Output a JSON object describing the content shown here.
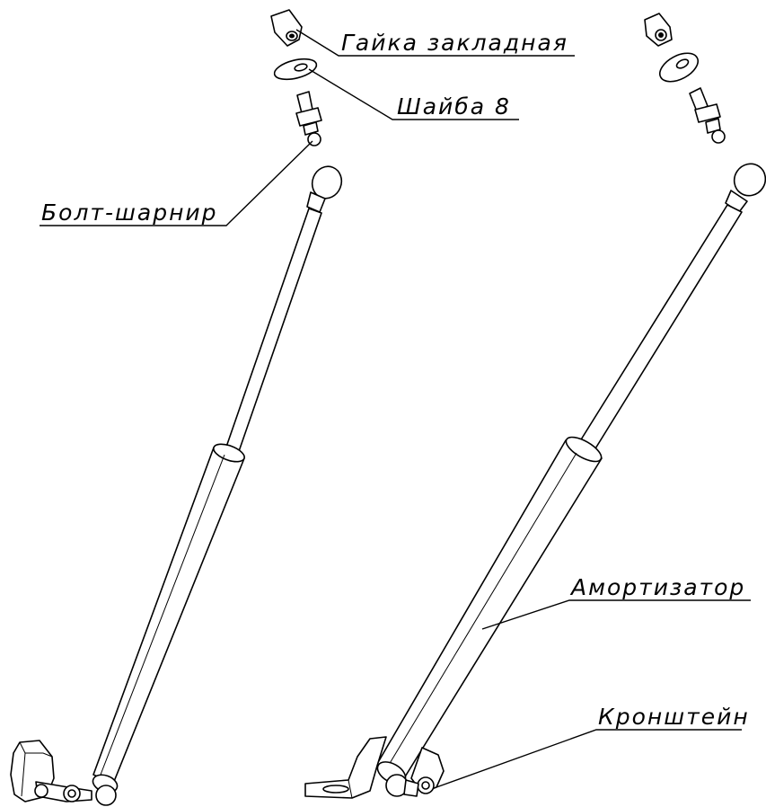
{
  "labels": {
    "nut": "Гайка закладная",
    "washer": "Шайба 8",
    "ball_bolt": "Болт-шарнир",
    "damper": "Амортизатор",
    "bracket": "Кронштейн"
  }
}
